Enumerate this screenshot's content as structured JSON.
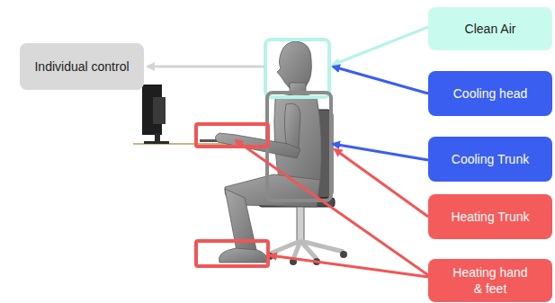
{
  "diagram": {
    "nodes": [
      {
        "text": [
          "Individual control"
        ]
      },
      {
        "text": [
          "Clean Air"
        ]
      },
      {
        "text": [
          "Cooling head"
        ]
      },
      {
        "text": [
          "Cooling Trunk"
        ]
      },
      {
        "text": [
          "Heating Trunk"
        ]
      },
      {
        "text": [
          "Heating hand & feet"
        ]
      }
    ]
  }
}
